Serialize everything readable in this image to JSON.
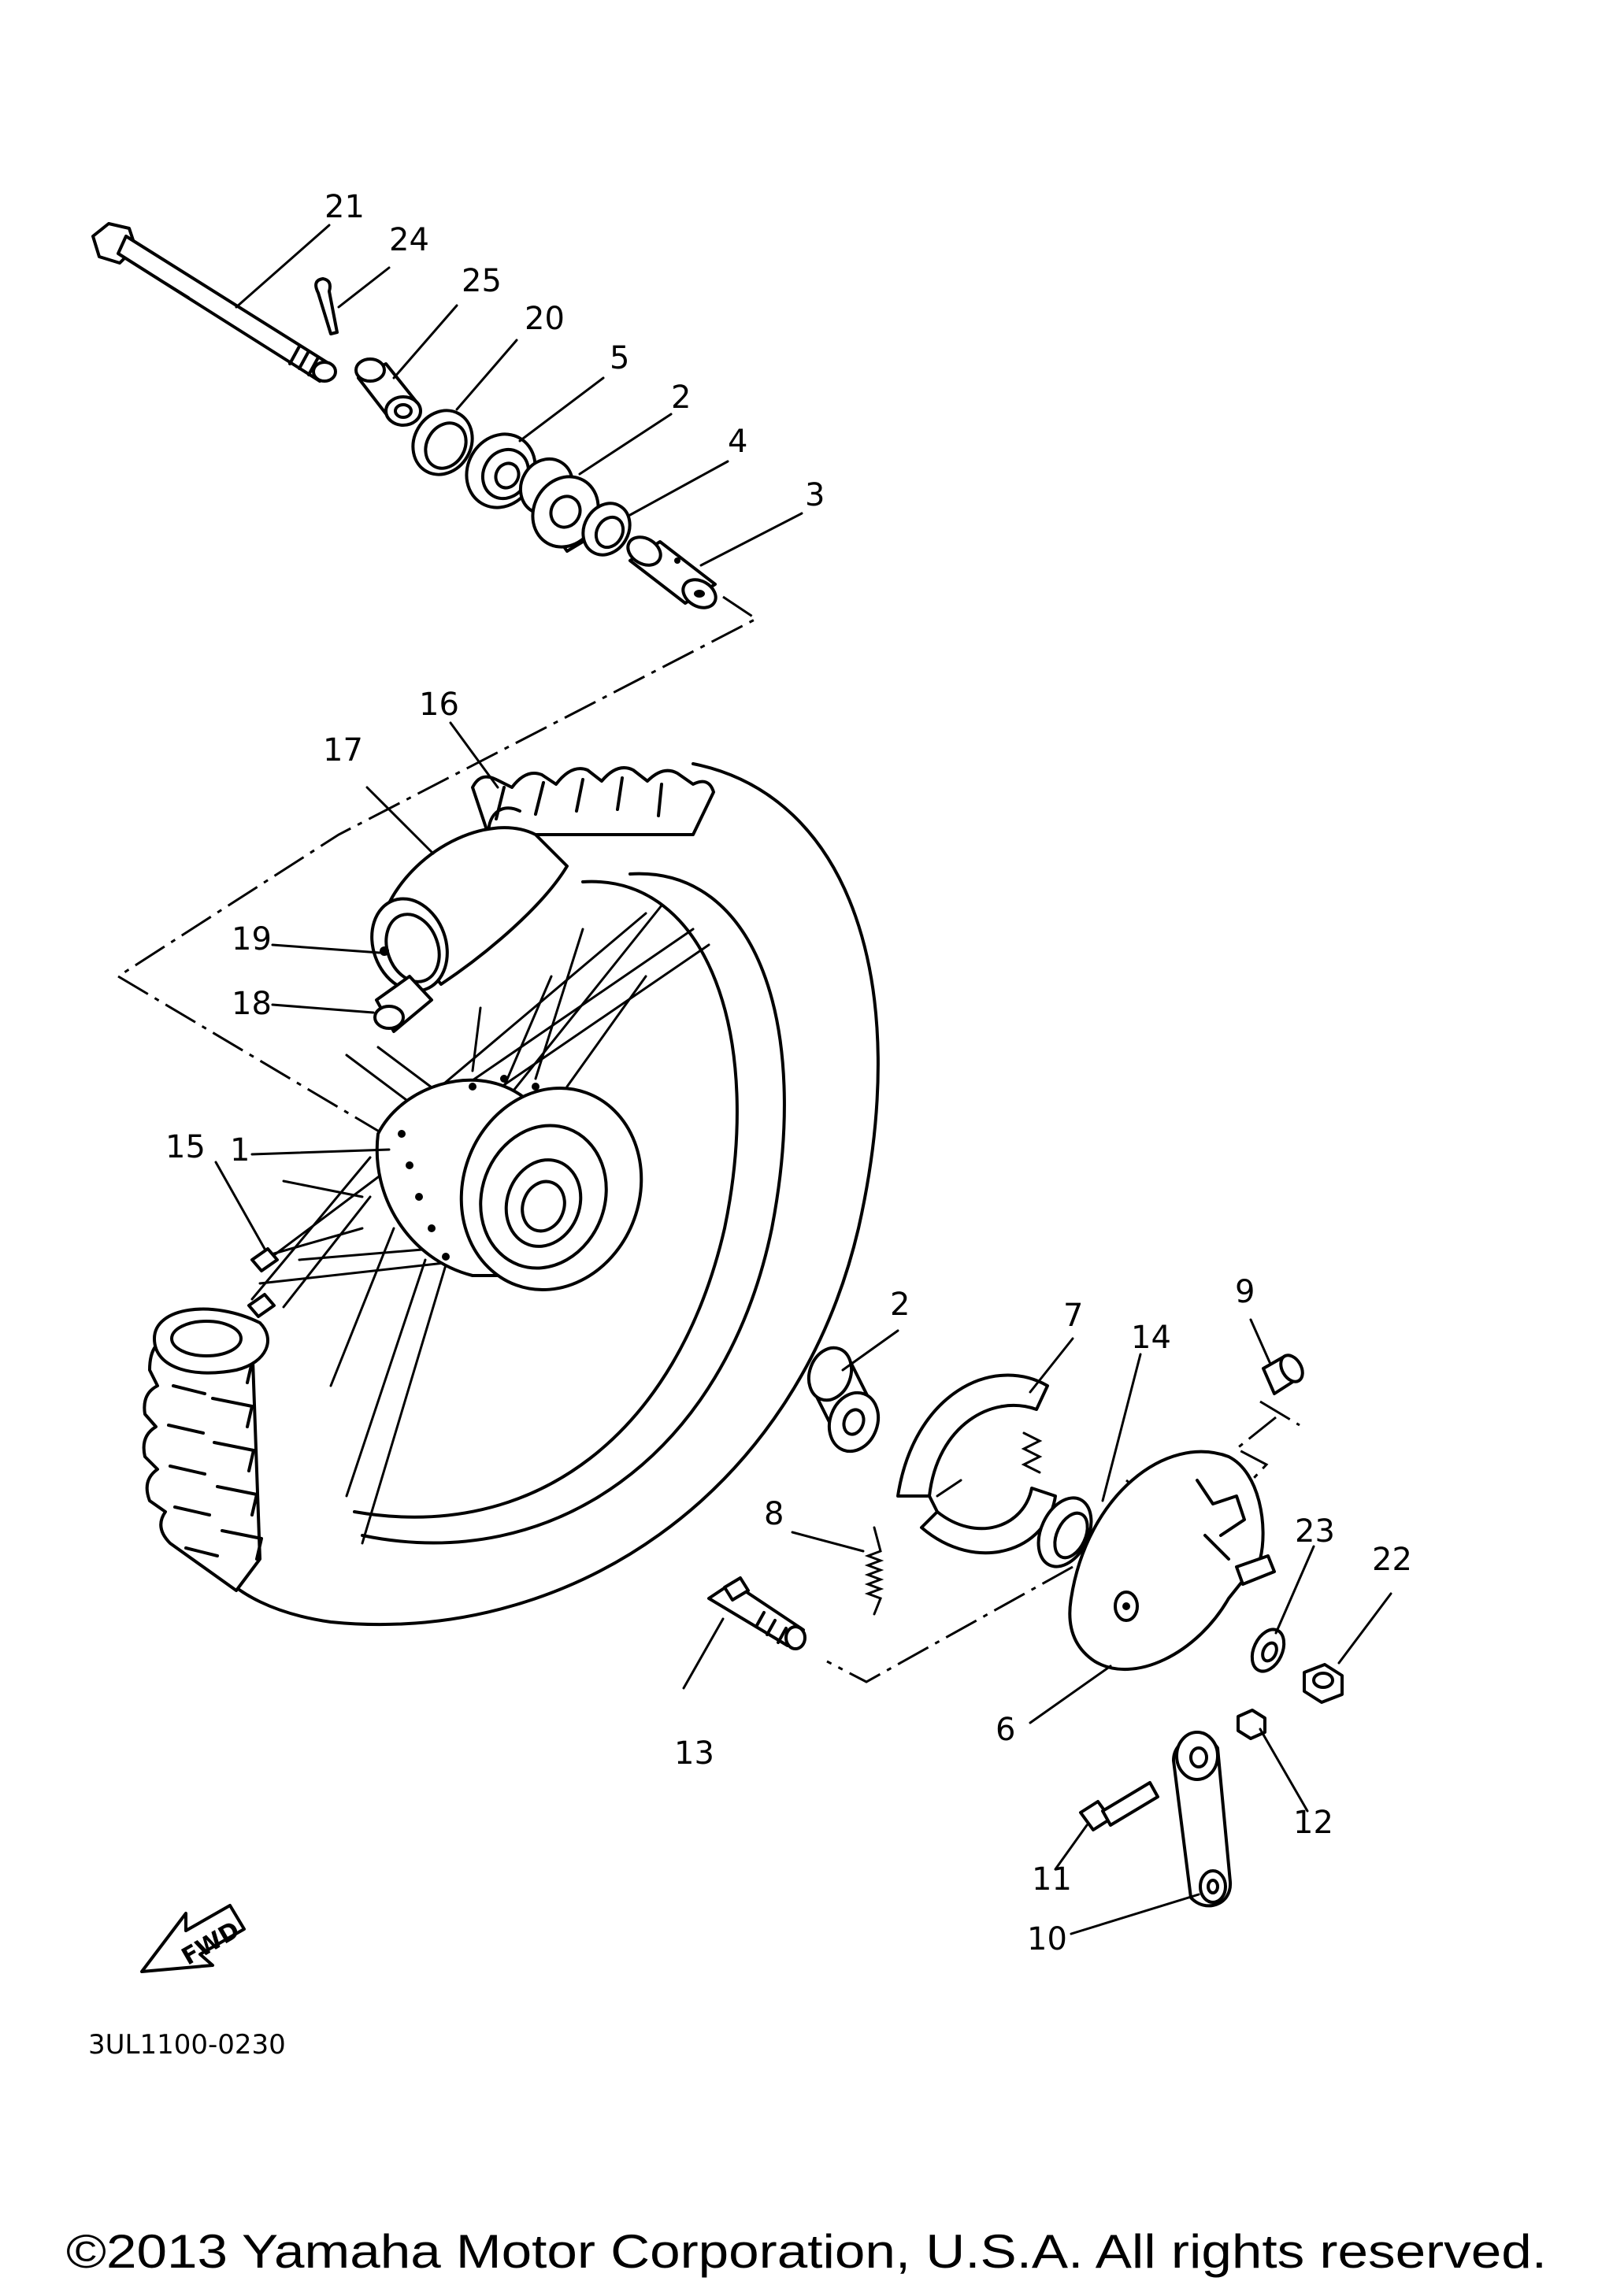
{
  "diagram_code": "3UL1100-0230",
  "copyright": "©2013 Yamaha Motor Corporation, U.S.A. All rights reserved.",
  "fwd_label": "FWD",
  "callouts": [
    {
      "id": "c21",
      "text": "21"
    },
    {
      "id": "c24",
      "text": "24"
    },
    {
      "id": "c25",
      "text": "25"
    },
    {
      "id": "c20",
      "text": "20"
    },
    {
      "id": "c5",
      "text": "5"
    },
    {
      "id": "c2a",
      "text": "2"
    },
    {
      "id": "c4",
      "text": "4"
    },
    {
      "id": "c3",
      "text": "3"
    },
    {
      "id": "c16",
      "text": "16"
    },
    {
      "id": "c17",
      "text": "17"
    },
    {
      "id": "c19",
      "text": "19"
    },
    {
      "id": "c18",
      "text": "18"
    },
    {
      "id": "c1",
      "text": "1"
    },
    {
      "id": "c15",
      "text": "15"
    },
    {
      "id": "c2b",
      "text": "2"
    },
    {
      "id": "c7",
      "text": "7"
    },
    {
      "id": "c14",
      "text": "14"
    },
    {
      "id": "c9",
      "text": "9"
    },
    {
      "id": "c8",
      "text": "8"
    },
    {
      "id": "c23",
      "text": "23"
    },
    {
      "id": "c22",
      "text": "22"
    },
    {
      "id": "c13",
      "text": "13"
    },
    {
      "id": "c6",
      "text": "6"
    },
    {
      "id": "c12",
      "text": "12"
    },
    {
      "id": "c11",
      "text": "11"
    },
    {
      "id": "c10",
      "text": "10"
    }
  ]
}
